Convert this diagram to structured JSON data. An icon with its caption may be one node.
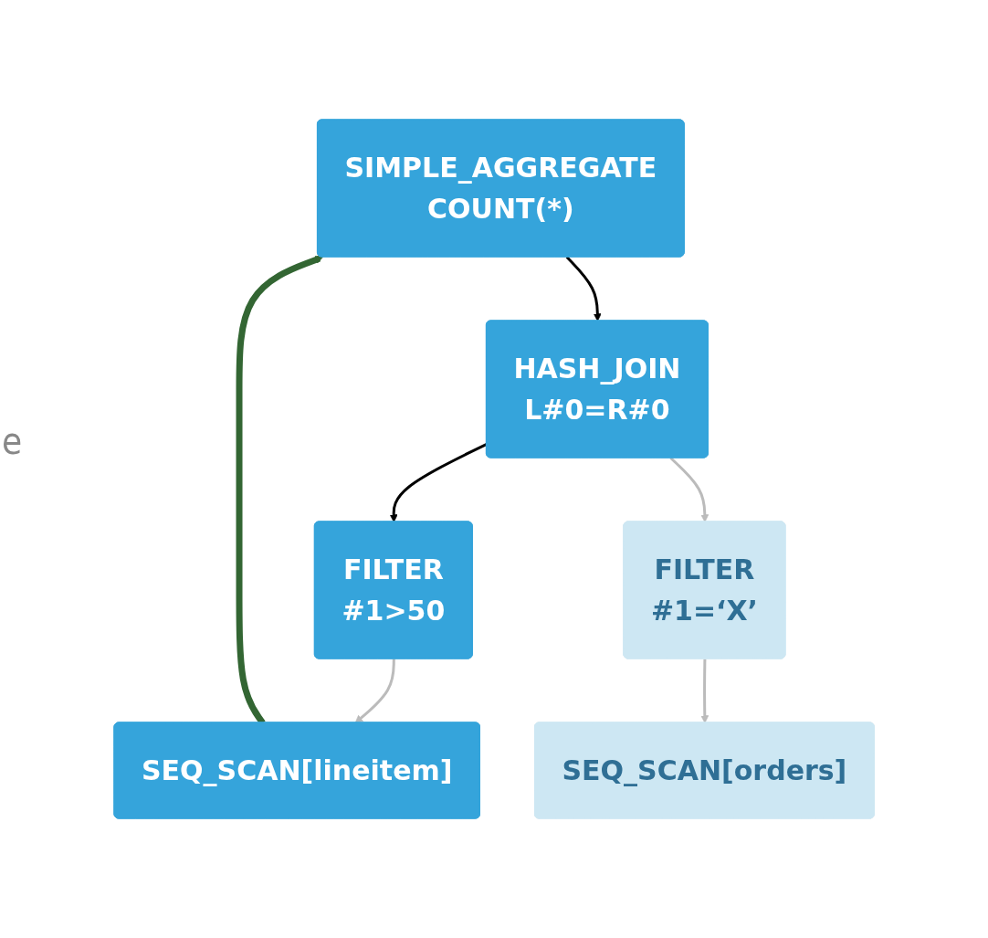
{
  "diagram": {
    "nodes": [
      {
        "text": [
          "SIMPLE_AGGREGATE",
          "COUNT(*)"
        ]
      },
      {
        "text": [
          "HASH_JOIN",
          "L#0=R#0"
        ]
      },
      {
        "text": [
          "FILTER",
          "#1>50"
        ]
      },
      {
        "text": [
          "FILTER",
          "#1=‘X’"
        ]
      },
      {
        "text": [
          "SEQ_SCAN[lineitem]"
        ]
      },
      {
        "text": [
          "SEQ_SCAN[orders]"
        ]
      }
    ],
    "edges": [
      {
        "from": 0,
        "to": 1,
        "arrow": "to",
        "color": "#000000"
      },
      {
        "from": 1,
        "to": 2,
        "arrow": "to",
        "color": "#000000"
      },
      {
        "from": 1,
        "to": 3,
        "arrow": "to"
      },
      {
        "from": 2,
        "to": 4,
        "arrow": "to"
      },
      {
        "from": 3,
        "to": 5,
        "arrow": "to"
      },
      {
        "from": 4,
        "to": 0,
        "arrow": "to",
        "style": "thick",
        "color": "#336633"
      }
    ],
    "labels": [
      "e"
    ]
  }
}
